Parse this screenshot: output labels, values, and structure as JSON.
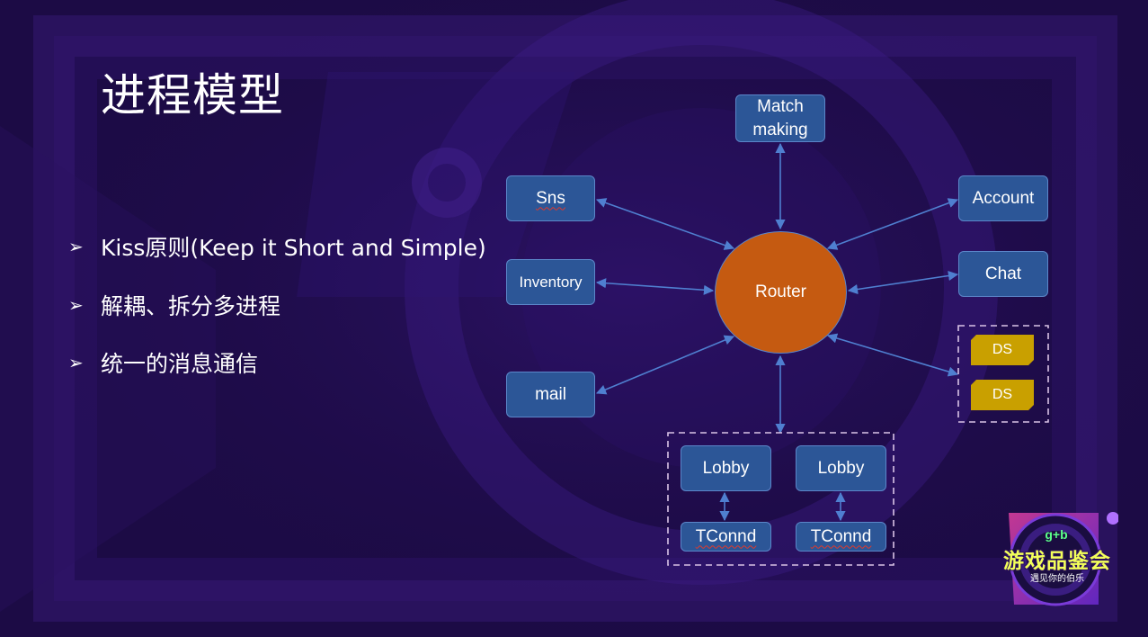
{
  "slide": {
    "title": "进程模型",
    "bullets": [
      "Kiss原则(Keep it Short and Simple)",
      "解耦、拆分多进程",
      "统一的消息通信"
    ]
  },
  "diagram": {
    "center": "Router",
    "nodes": {
      "matchmaking": "Match making",
      "sns": "Sns",
      "inventory": "Inventory",
      "mail": "mail",
      "account": "Account",
      "chat": "Chat",
      "ds": [
        "DS",
        "DS"
      ],
      "lobby": [
        "Lobby",
        "Lobby"
      ],
      "tconnd": [
        "TConnd",
        "TConnd"
      ]
    }
  },
  "logo": {
    "name": "游戏品鉴会",
    "tagline": "遇见你的伯乐",
    "badge": "g+b"
  },
  "colors": {
    "background": "#1c0b45",
    "node": "#2c5697",
    "router": "#c55a11",
    "ds": "#c9a000",
    "edge": "#4f7fd0"
  }
}
